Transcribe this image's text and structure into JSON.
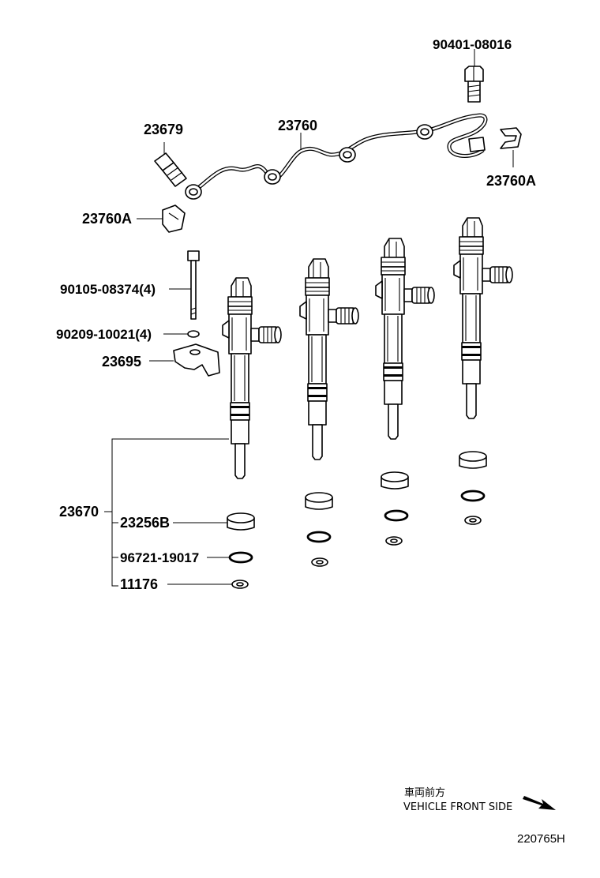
{
  "labels": {
    "bolt_top": "90401-08016",
    "fuel_pipe": "23760",
    "union_bolt": "23679",
    "clip_right": "23760A",
    "clip_left": "23760A",
    "clamp_bolt": "90105-08374(4)",
    "washer": "90209-10021(4)",
    "clamp": "23695",
    "injector_assy": "23670",
    "gasket_cup": "23256B",
    "o_ring": "96721-19017",
    "seat_washer": "11176"
  },
  "footer": {
    "front_jp": "車両前方",
    "front_en": "VEHICLE FRONT SIDE",
    "diagram_code": "220765H"
  }
}
